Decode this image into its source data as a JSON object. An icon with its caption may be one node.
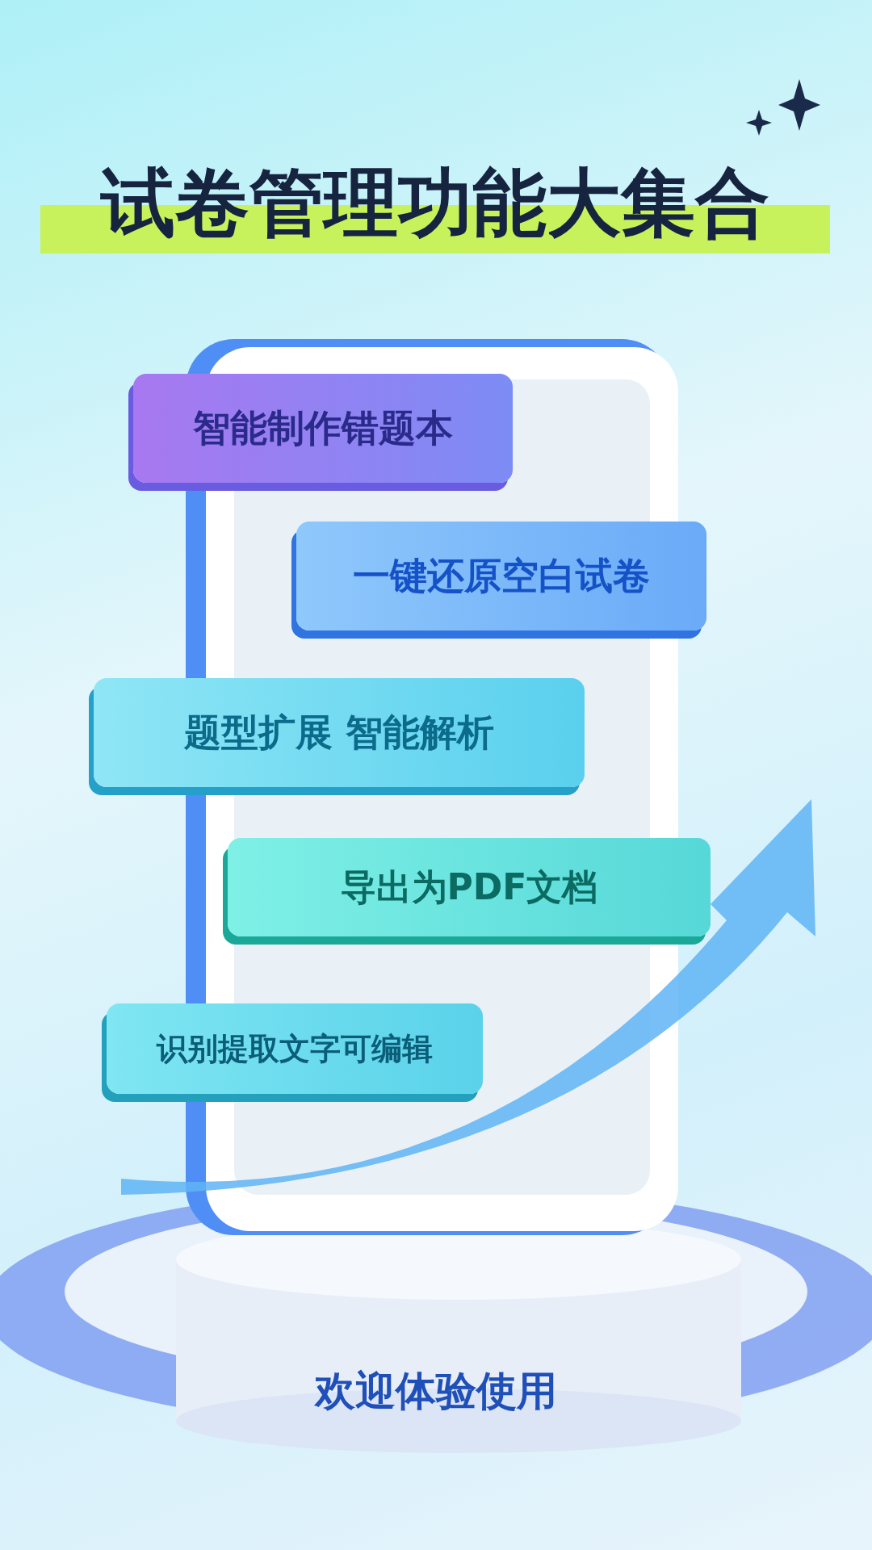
{
  "diagram": {
    "title": "试卷管理功能大集合",
    "nodes": [
      {
        "text": [
          "智能制作错题本"
        ]
      },
      {
        "text": [
          "一键还原空白试卷"
        ]
      },
      {
        "text": [
          "题型扩展 智能解析"
        ]
      },
      {
        "text": [
          "导出为PDF文档"
        ]
      },
      {
        "text": [
          "识别提取文字可编辑"
        ]
      }
    ],
    "labels": [
      "欢迎体验使用"
    ]
  }
}
